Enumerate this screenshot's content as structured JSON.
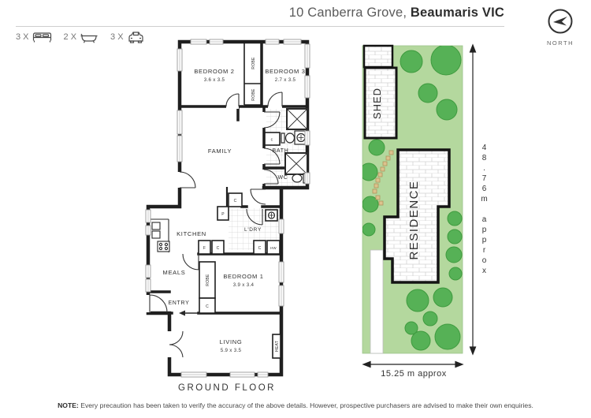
{
  "header": {
    "address_prefix": "10 Canberra Grove, ",
    "address_bold": "Beaumaris VIC",
    "features": {
      "beds": {
        "count": "3 X",
        "icon": "bed-icon"
      },
      "baths": {
        "count": "2 X",
        "icon": "bath-icon"
      },
      "cars": {
        "count": "3 X",
        "icon": "car-icon"
      }
    },
    "compass": {
      "label": "NORTH"
    }
  },
  "floorplan": {
    "title": "GROUND FLOOR",
    "rooms": {
      "bedroom2": {
        "name": "BEDROOM 2",
        "dims": "3.6 x 3.5"
      },
      "bedroom3": {
        "name": "BEDROOM 3",
        "dims": "2.7 x 3.5"
      },
      "family": {
        "name": "FAMILY"
      },
      "bath": {
        "name": "BATH"
      },
      "wc": {
        "name": "WC"
      },
      "kitchen": {
        "name": "KITCHEN"
      },
      "laundry": {
        "name": "L'DRY"
      },
      "meals": {
        "name": "MEALS"
      },
      "entry": {
        "name": "ENTRY"
      },
      "bedroom1": {
        "name": "BEDROOM 1",
        "dims": "3.9 x 3.4"
      },
      "living": {
        "name": "LIVING",
        "dims": "5.9 x 3.5"
      }
    },
    "fixtures": {
      "robe_top": "ROBE",
      "robe_mid": "ROBE",
      "robe_bed1": "ROBE",
      "heat": "HEAT",
      "bath_cupboard": "c",
      "pantry_c": "C",
      "pantry_p": "P",
      "fridge": "F",
      "kitchen_cupboard": "C",
      "laundry_cupboard": "C",
      "hot_water": "HW",
      "bed1_cupboard": "C"
    }
  },
  "siteplan": {
    "shed_label": "SHED",
    "residence_label": "RESIDENCE",
    "depth_label": "48.76m approx",
    "width_label": "15.25 m approx"
  },
  "note": {
    "label": "NOTE:",
    "text": "Every precaution has been taken to verify the accuracy of the above details. However, prospective purchasers are advised to make their own enquiries."
  },
  "colors": {
    "lot_green": "#b4d89e",
    "tree_green": "#56b156",
    "tree_edge": "#3f9b3f",
    "wall_black": "#1f1f1f",
    "stone_tan": "#dcc28d",
    "text_gray": "#555555"
  }
}
